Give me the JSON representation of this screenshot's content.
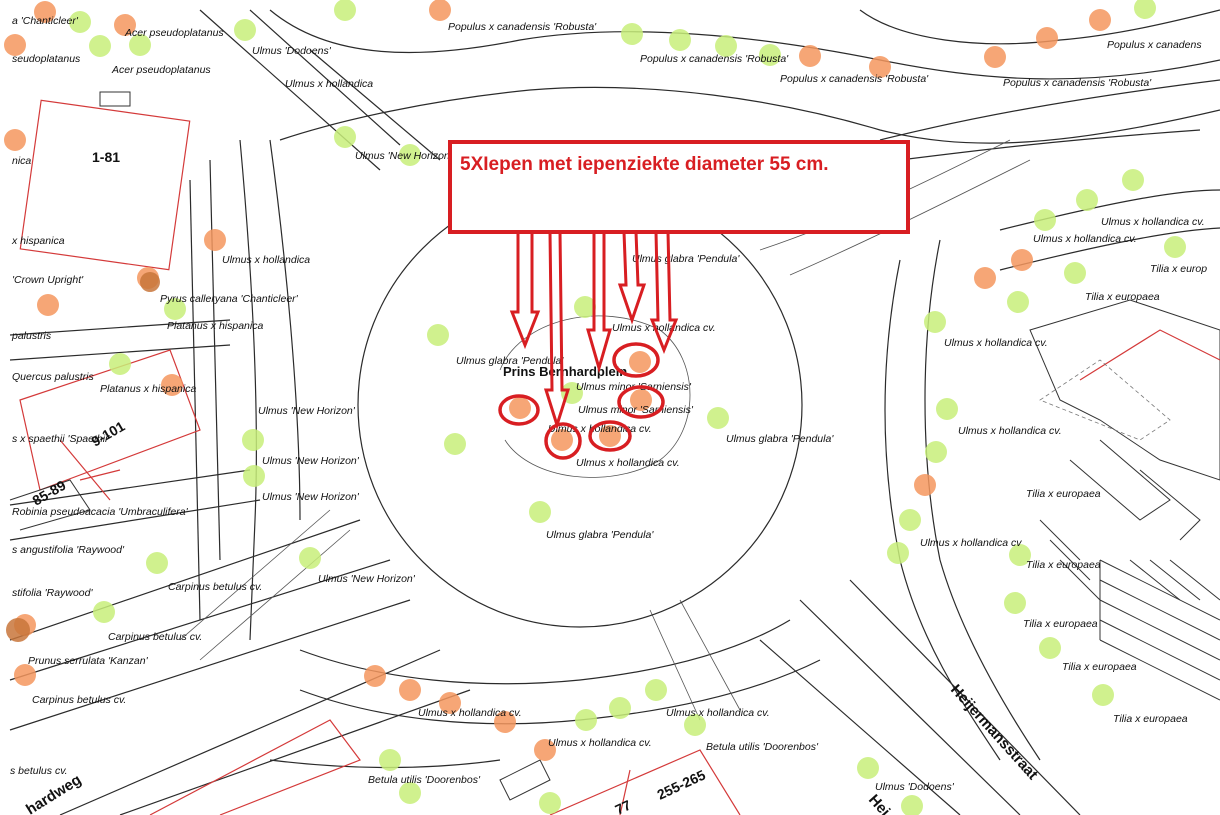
{
  "annotation": {
    "text": "5XIepen met iepenziekte diameter 55 cm.",
    "color": "#d81e22"
  },
  "square": {
    "name": "Prins Bernhardplein"
  },
  "streets": [
    "Heijermansstraat",
    "hardweg",
    "Hei"
  ],
  "buildings": [
    "1-81",
    "9-101",
    "85-89",
    "255-265",
    "77"
  ],
  "tree_labels": [
    "Populus x canadensis 'Robusta'",
    "Populus x canadensis 'Robusta'",
    "Populus x canadensis 'Robusta'",
    "Populus x canadensis 'Robusta'",
    "Populus x canadens",
    "Acer pseudoplatanus",
    "Acer pseudoplatanus",
    "Ulmus 'Dodoens'",
    "Ulmus x hollandica",
    "Ulmus 'New Horizon'",
    "Ulmus x hollandica",
    "Pyrus calleryana 'Chanticleer'",
    "Platanus x hispanica",
    "Platanus x hispanica",
    "Ulmus 'New Horizon'",
    "Ulmus 'New Horizon'",
    "Ulmus 'New Horizon'",
    "Carpinus betulus cv.",
    "Ulmus 'New Horizon'",
    "Carpinus betulus cv.",
    "Prunus serrulata 'Kanzan'",
    "Carpinus betulus cv.",
    "s betulus cv.",
    "Ulmus glabra 'Pendula'",
    "Ulmus x hollandica cv.",
    "Ulmus glabra 'Pendula'",
    "Ulmus minor 'Sarniensis'",
    "Ulmus minor 'Sarniensis'",
    "Ulmus x hollandica cv.",
    "Ulmus x hollandica cv.",
    "Ulmus glabra 'Pendula'",
    "Ulmus glabra 'Pendula'",
    "Ulmus x hollandica cv.",
    "Ulmus x hollandica cv.",
    "Ulmus x hollandica cv.",
    "Betula utilis 'Doorenbos'",
    "Betula utilis 'Doorenbos'",
    "Ulmus 'Dodoens'",
    "Ulmus x hollandica cv",
    "Ulmus x hollandica cv.",
    "Tilia x europ",
    "Tilia x europaea",
    "Ulmus x hollandica cv.",
    "Ulmus x hollandica cv.",
    "Tilia x europaea",
    "Ulmus x hollandica cv.",
    "Tilia x europaea",
    "Tilia x europaea",
    "Tilia x europaea",
    "Tilia x europaea",
    "a 'Chanticleer'",
    "seudoplatanus",
    "nica",
    "x hispanica",
    "'Crown Upright'",
    "palustris",
    "Quercus palustris",
    "s x spaethii 'Spaethii'",
    "Robinia pseudoacacia 'Umbraculifera'",
    "s angustifolia 'Raywood'",
    "stifolia 'Raywood'"
  ],
  "colors": {
    "healthy_tree": "#c8ee7a",
    "felled_tree": "#f5975e",
    "building_outline": "#d43a3a"
  }
}
